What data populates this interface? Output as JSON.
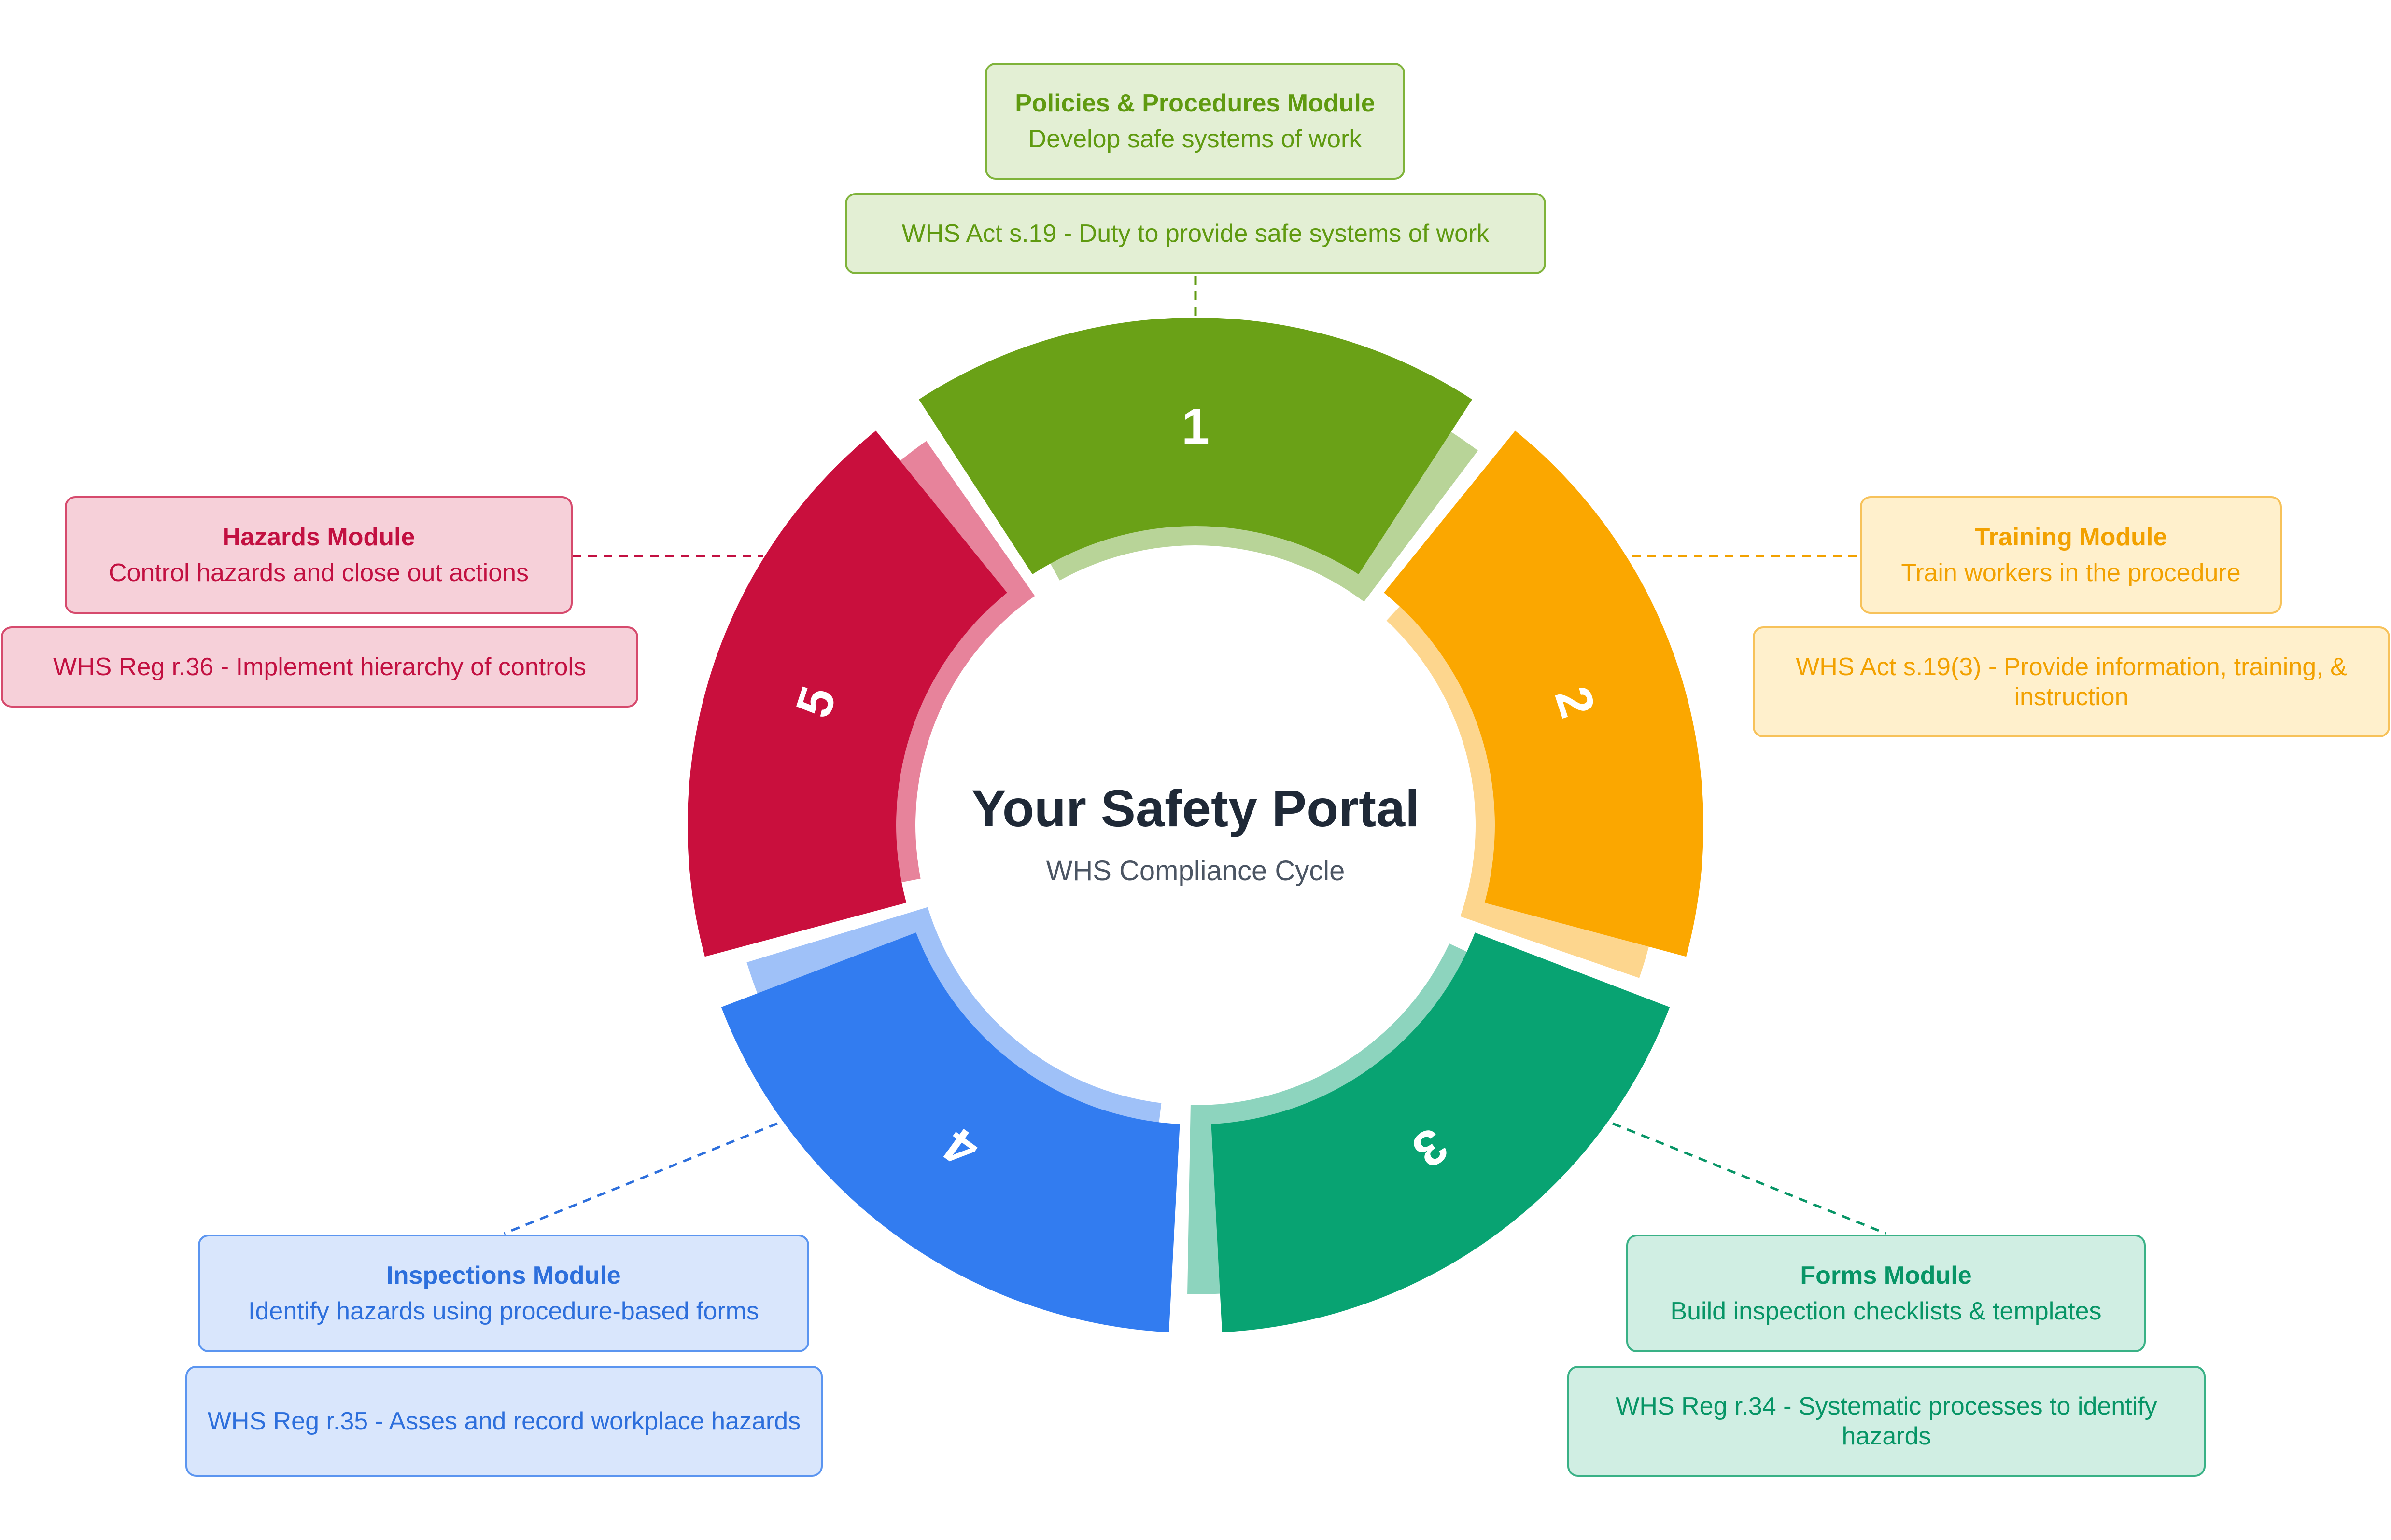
{
  "center": {
    "title": "Your Safety Portal",
    "subtitle": "WHS Compliance Cycle"
  },
  "segments": [
    {
      "number": "1",
      "color": "#6aa117",
      "light": "#b8d498"
    },
    {
      "number": "2",
      "color": "#fba700",
      "light": "#fdd68e"
    },
    {
      "number": "3",
      "color": "#08a372",
      "light": "#8dd4be"
    },
    {
      "number": "4",
      "color": "#327cf0",
      "light": "#9fc1f8"
    },
    {
      "number": "5",
      "color": "#c90f3d",
      "light": "#e7839b"
    }
  ],
  "modules": [
    {
      "id": "policies",
      "title": "Policies & Procedures Module",
      "description": "Develop safe systems of work",
      "reference": "WHS Act s.19 - Duty to provide safe systems of work",
      "text_color": "#5f9a10",
      "bg": "#e3efd4",
      "border": "#7fb33a"
    },
    {
      "id": "training",
      "title": "Training Module",
      "description": "Train workers in the procedure",
      "reference": "WHS Act s.19(3) - Provide information, training, & instruction",
      "text_color": "#f2a100",
      "bg": "#fff0cc",
      "border": "#f7c25a"
    },
    {
      "id": "forms",
      "title": "Forms Module",
      "description": "Build inspection checklists & templates",
      "reference": "WHS Reg r.34 - Systematic processes to identify hazards",
      "text_color": "#079566",
      "bg": "#d0eee3",
      "border": "#39b186"
    },
    {
      "id": "inspections",
      "title": "Inspections Module",
      "description": "Identify hazards using procedure-based forms",
      "reference": "WHS Reg r.35 - Asses and record workplace hazards",
      "text_color": "#2d6fdc",
      "bg": "#d9e6fc",
      "border": "#5b95f0"
    },
    {
      "id": "hazards",
      "title": "Hazards Module",
      "description": "Control hazards and close out actions",
      "reference": "WHS Reg r.36 - Implement hierarchy of controls",
      "text_color": "#c21041",
      "bg": "#f6d0d9",
      "border": "#d64a6d"
    }
  ]
}
